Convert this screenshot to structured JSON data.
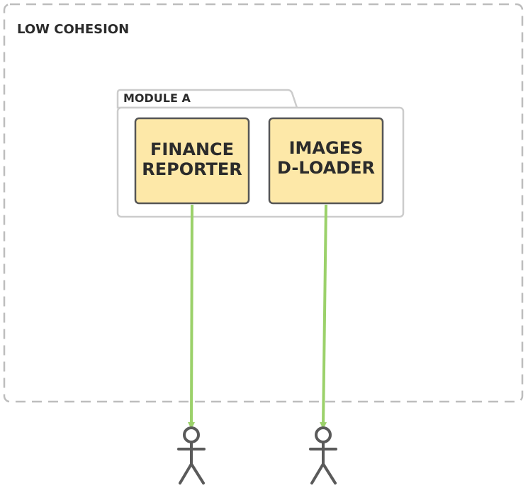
{
  "boundary": {
    "label": "LOW COHESION"
  },
  "module": {
    "label": "MODULE A"
  },
  "components": [
    {
      "line1": "FINANCE",
      "line2": "REPORTER"
    },
    {
      "line1": "IMAGES",
      "line2": "D-LOADER"
    }
  ],
  "colors": {
    "boundary_stroke": "#bdbdbd",
    "module_stroke": "#cccccc",
    "component_fill": "#fde8a8",
    "component_stroke": "#555555",
    "arrow": "#9bd16a",
    "actor": "#5a5a5a"
  }
}
